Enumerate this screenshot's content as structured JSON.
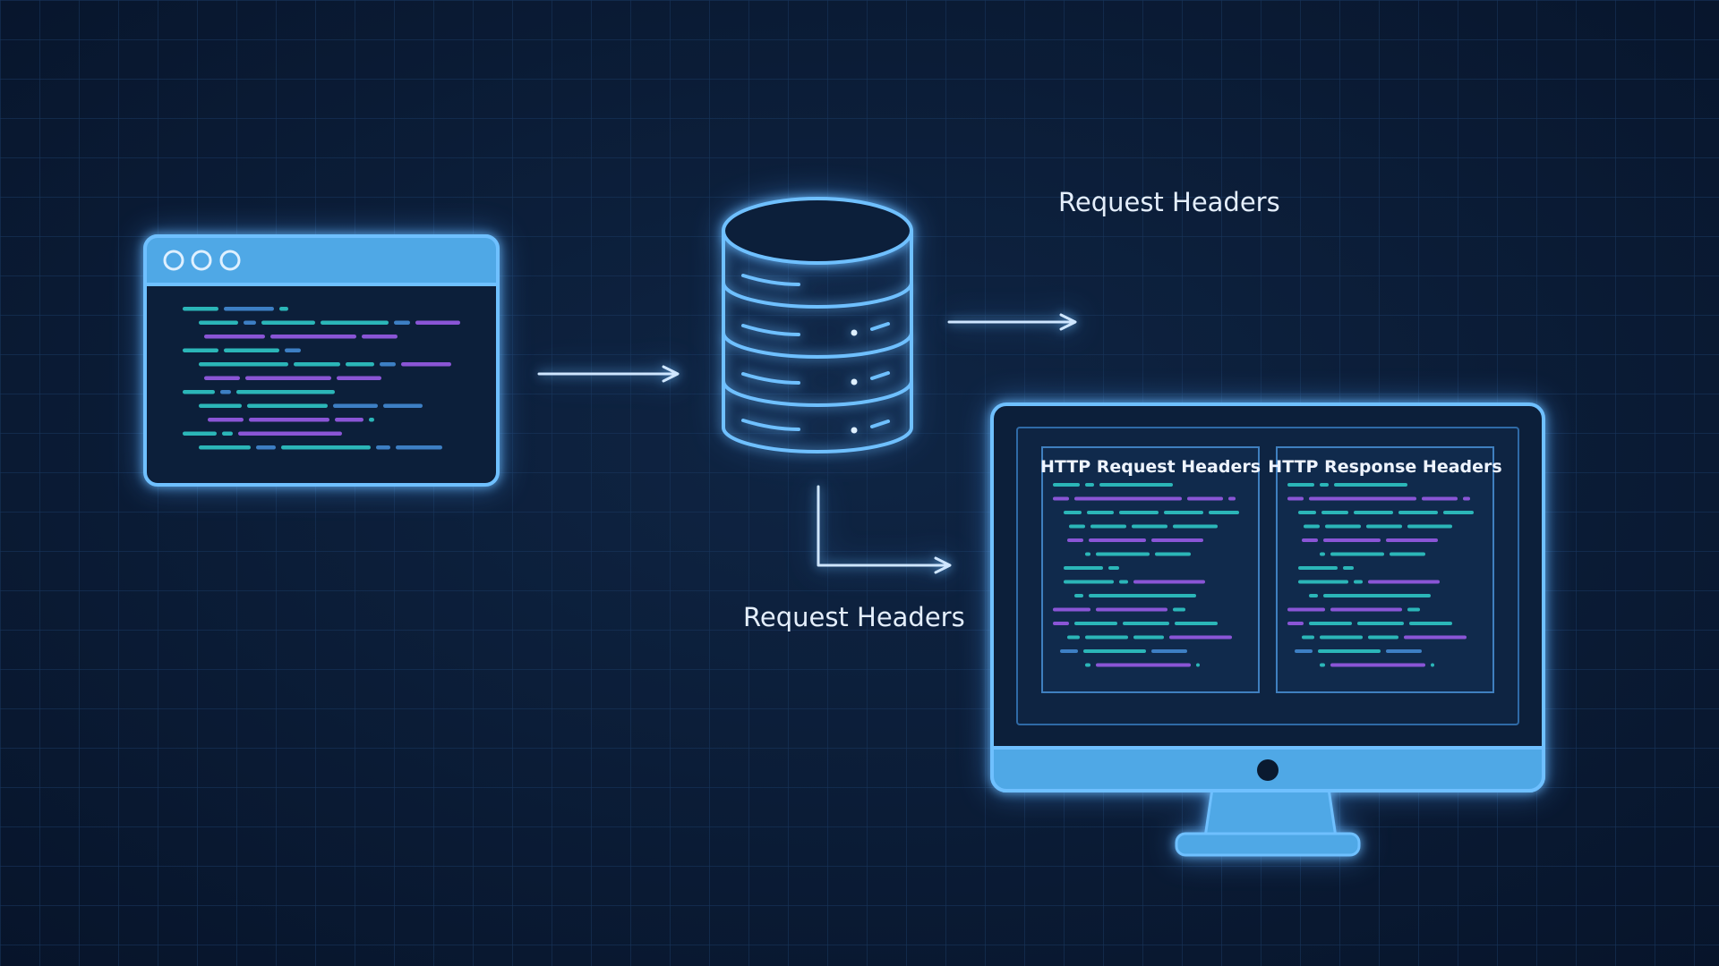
{
  "labels": {
    "top_arrow_label": "Request Headers",
    "bottom_arrow_label": "Request Headers"
  },
  "monitor": {
    "left_pane_title": "HTTP Request Headers",
    "right_pane_title": "HTTP Response Headers"
  },
  "icons": {
    "browser": "browser-window-icon",
    "server": "database-server-icon",
    "monitor": "desktop-monitor-icon"
  },
  "colors": {
    "background": "#0a1a30",
    "grid": "#17345a",
    "outline": "#6fc0ff",
    "fill_bar": "#4fa8e6",
    "code_teal": "#2bb6b8",
    "code_purple": "#8a55d6",
    "code_blue": "#3d7fc4",
    "label_text": "#e4eefb"
  }
}
